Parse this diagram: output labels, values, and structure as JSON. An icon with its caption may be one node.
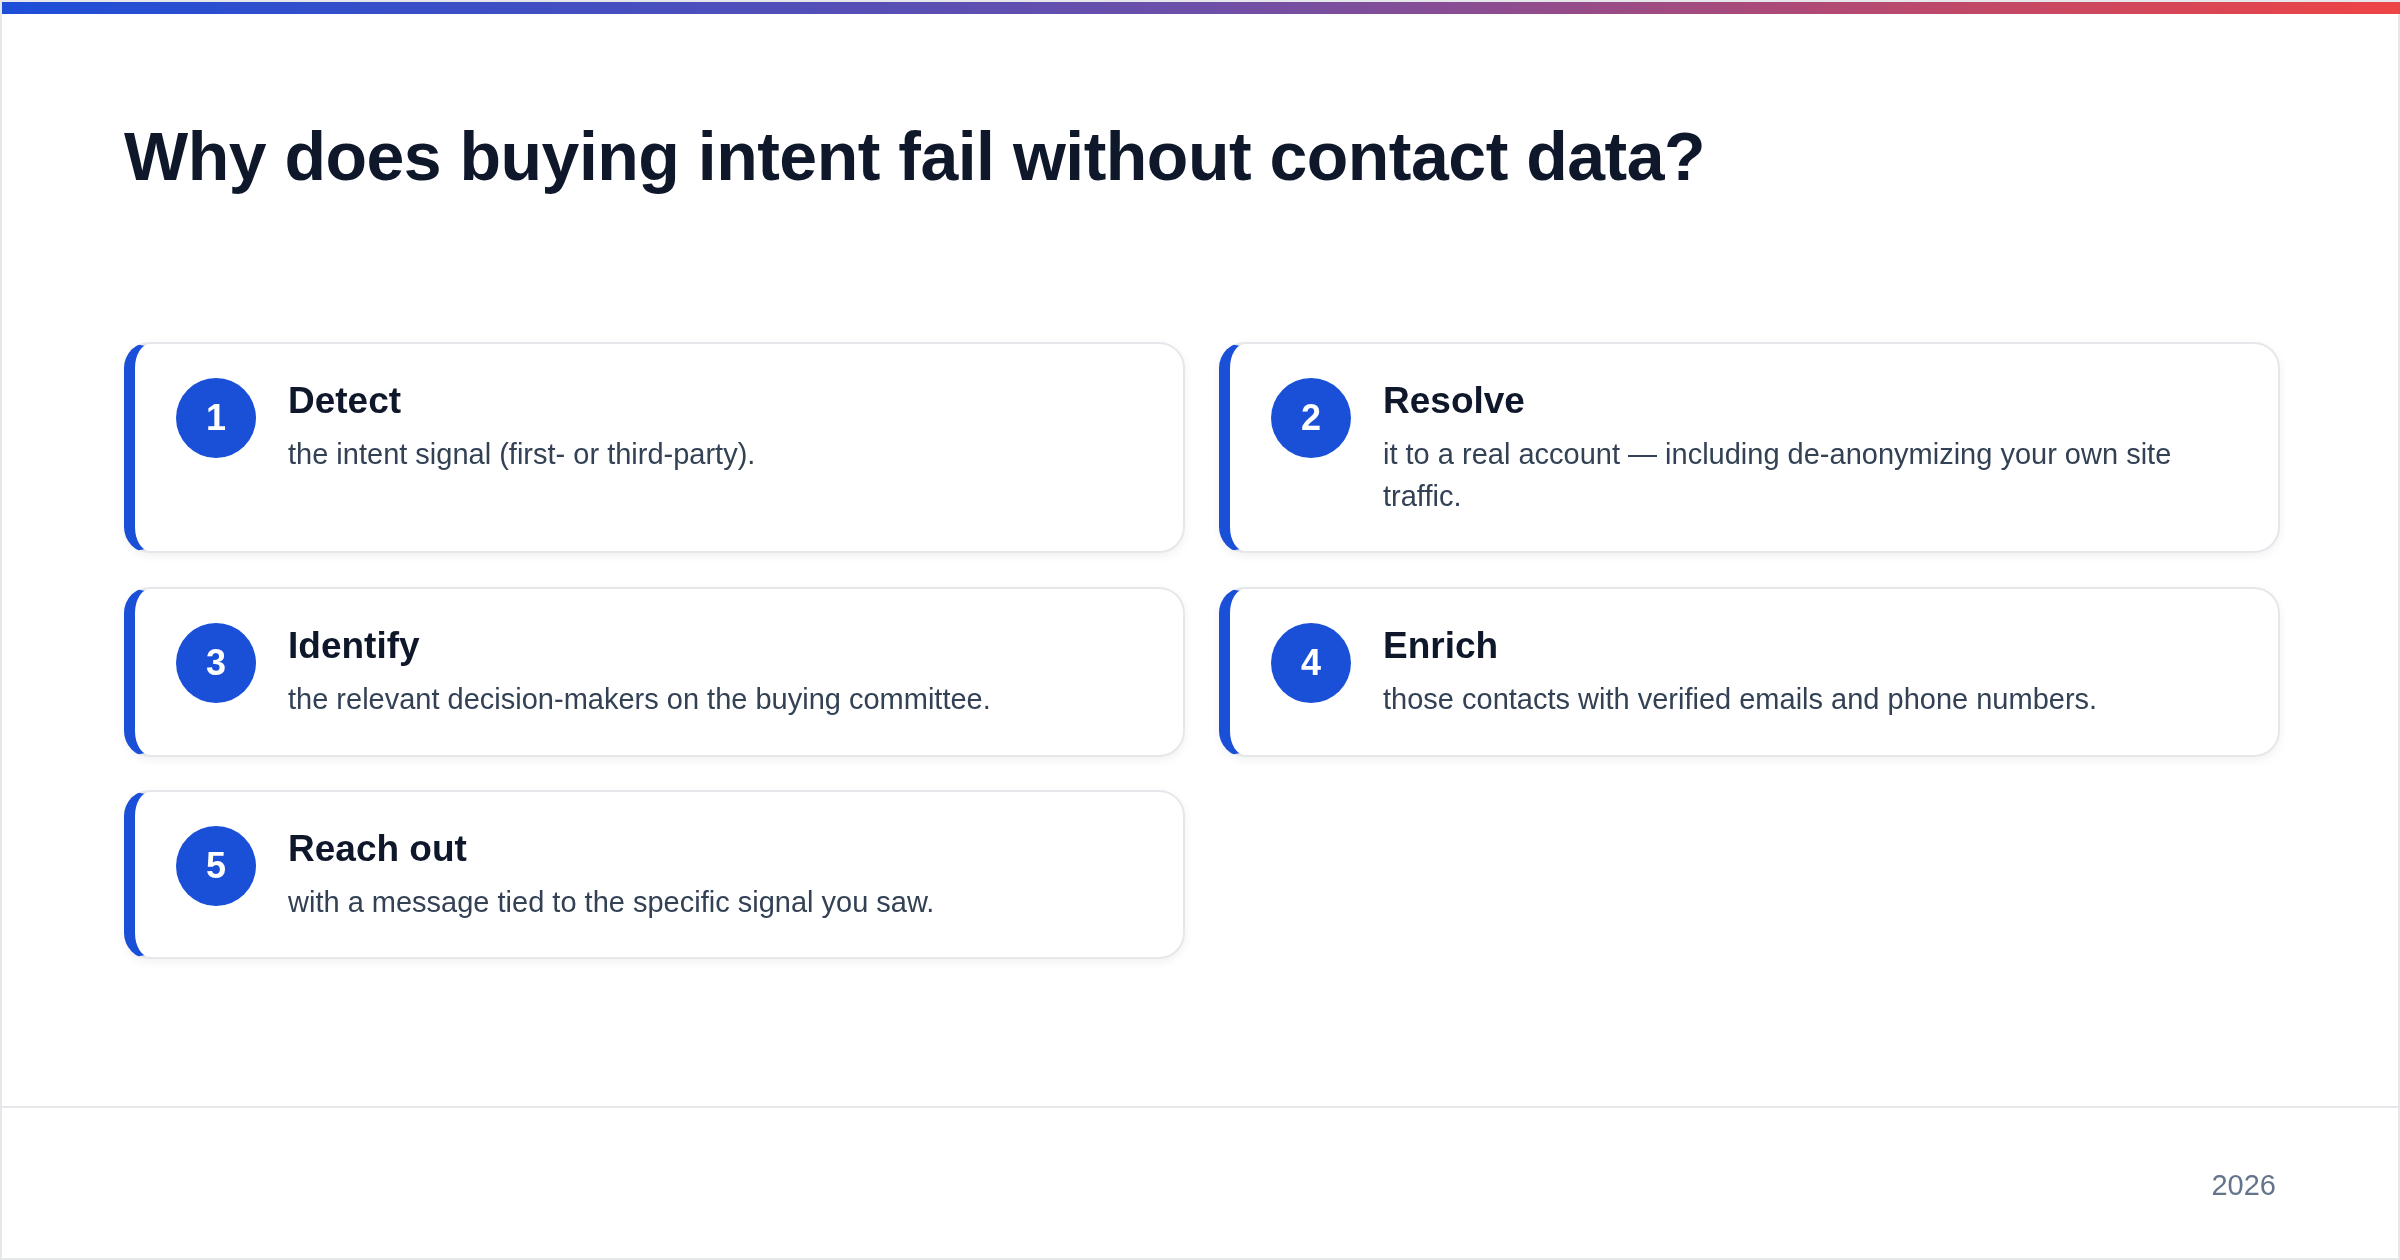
{
  "diagram": {
    "title": "Why does buying intent fail without contact data?",
    "nodes": [
      {
        "text": [
          "Detect",
          "the intent signal (first- or third-party)."
        ]
      },
      {
        "text": [
          "1"
        ],
        "in": 0
      },
      {
        "text": [
          "Resolve",
          "it to a real account — including de-anonymizing your own site traffic."
        ]
      },
      {
        "text": [
          "2"
        ],
        "in": 2
      },
      {
        "text": [
          "Identify",
          "the relevant decision-makers on the buying committee."
        ]
      },
      {
        "text": [
          "3"
        ],
        "in": 4
      },
      {
        "text": [
          "Enrich",
          "those contacts with verified emails and phone numbers."
        ]
      },
      {
        "text": [
          "4"
        ],
        "in": 6
      },
      {
        "text": [
          "Reach out",
          "with a message tied to the specific signal you saw."
        ]
      },
      {
        "text": [
          "5"
        ],
        "in": 8
      }
    ],
    "labels": [
      "2026"
    ]
  }
}
